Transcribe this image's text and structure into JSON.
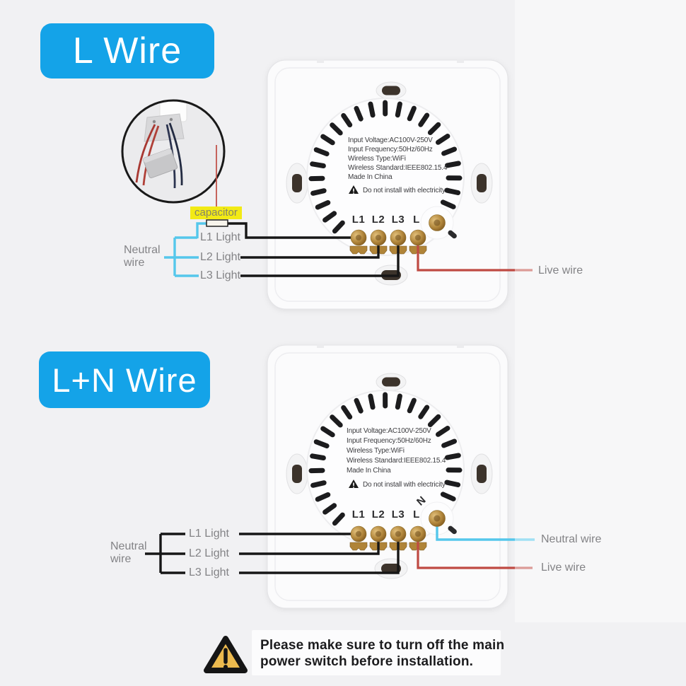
{
  "diagram1": {
    "badge": "L Wire",
    "capacitor": "capacitor",
    "neutral_line1": "Neutral",
    "neutral_line2": "wire",
    "lights": [
      "L1 Light",
      "L2 Light",
      "L3 Light"
    ],
    "live": "Live wire"
  },
  "diagram2": {
    "badge": "L+N Wire",
    "neutral_line1": "Neutral",
    "neutral_line2": "wire",
    "lights": [
      "L1 Light",
      "L2 Light",
      "L3 Light"
    ],
    "neutral_right": "Neutral wire",
    "live": "Live wire"
  },
  "device_label": {
    "lines": [
      "Input Voltage:AC100V-250V",
      "Input Frequency:50Hz/60Hz",
      "Wireless Type:WiFi",
      "Wireless Standard:IEEE802.15.4",
      "Made In China"
    ],
    "warning": "Do not install with electricity"
  },
  "terminals": {
    "l1": "L1",
    "l2": "L2",
    "l3": "L3",
    "l": "L",
    "n": "N"
  },
  "footer": {
    "line1": "Please make sure to turn off the main",
    "line2": "power switch before installation."
  },
  "colors": {
    "accent_blue": "#14a3e8",
    "wire_blue": "#55c7eb",
    "wire_red": "#bf4a43",
    "wire_black": "#161616",
    "highlight_yellow": "#f2ea15",
    "warning_amber": "#ecba4e"
  }
}
